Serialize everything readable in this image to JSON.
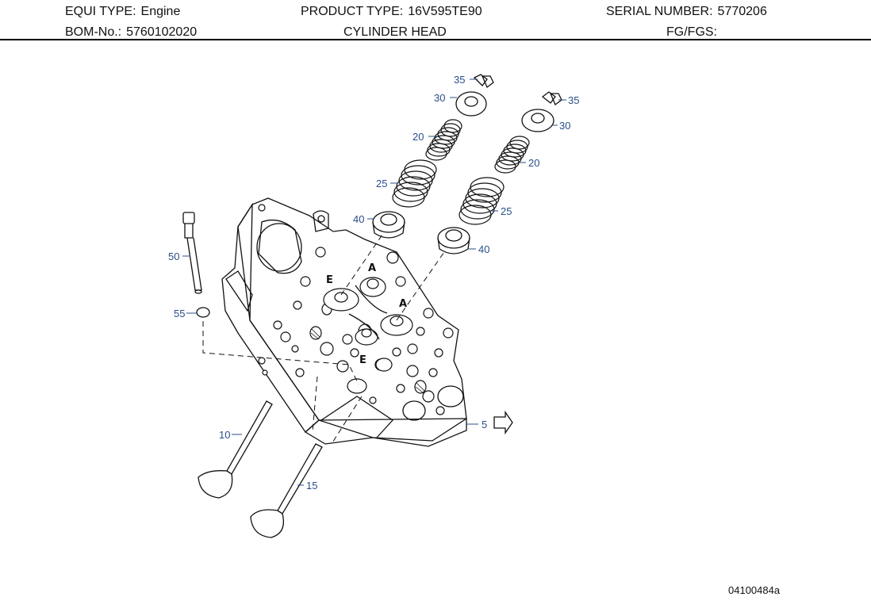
{
  "header": {
    "equi_type_label": "EQUI TYPE:",
    "equi_type_value": "Engine",
    "product_type_label": "PRODUCT TYPE:",
    "product_type_value": "16V595TE90",
    "serial_number_label": "SERIAL NUMBER:",
    "serial_number_value": "5770206",
    "bom_label": "BOM-No.:",
    "bom_value": "5760102020",
    "title": "CYLINDER HEAD",
    "fg_label": "FG/FGS:",
    "fg_value": ""
  },
  "callouts": {
    "c35a": "35",
    "c30a": "30",
    "c20a": "20",
    "c25a": "25",
    "c40a": "40",
    "c35b": "35",
    "c30b": "30",
    "c20b": "20",
    "c25b": "25",
    "c40b": "40",
    "c50": "50",
    "c55": "55",
    "c10": "10",
    "c15": "15",
    "c5": "5"
  },
  "markers": {
    "e1": "E",
    "a1": "A",
    "a2": "A",
    "e2": "E"
  },
  "drawing_id": "04100484a"
}
